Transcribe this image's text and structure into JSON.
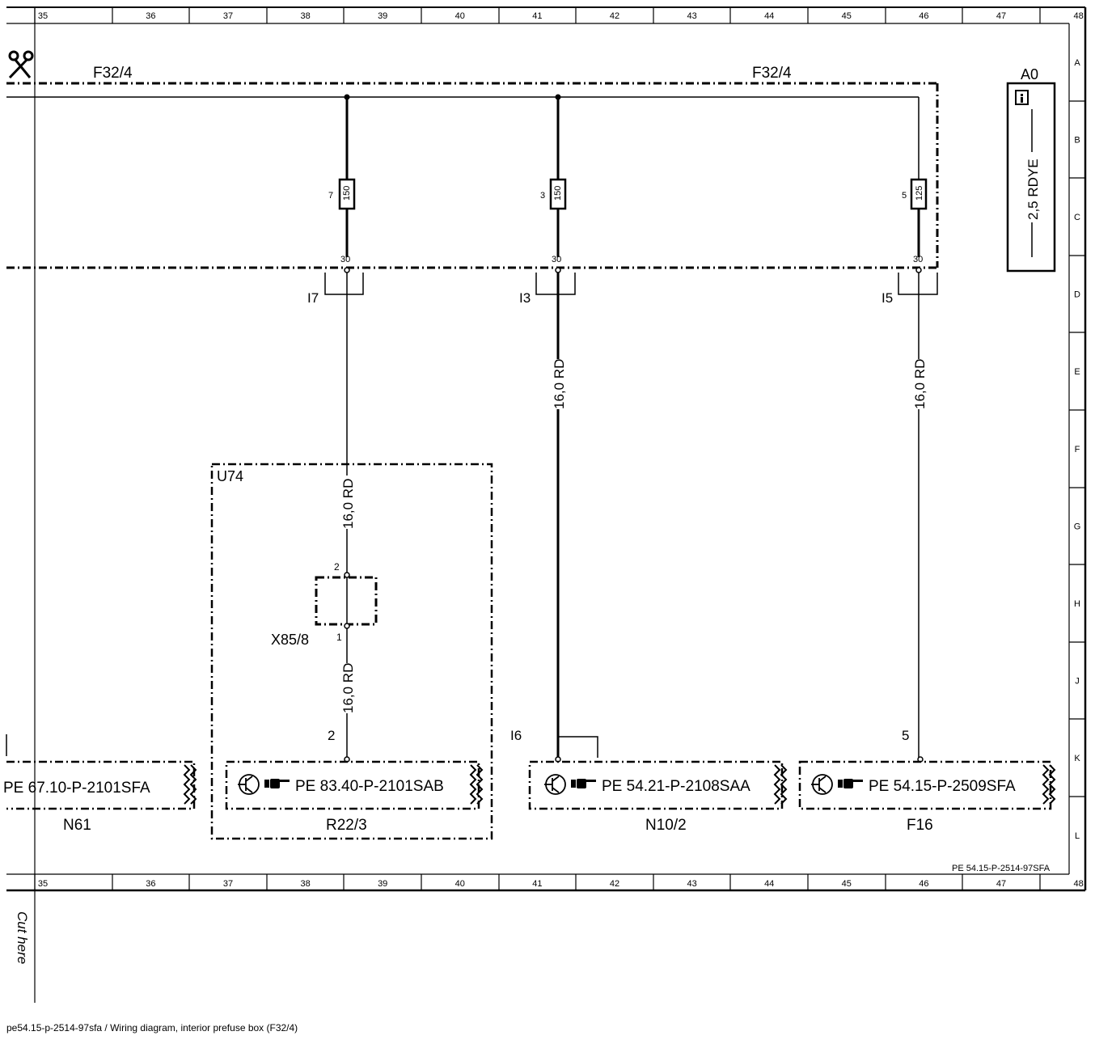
{
  "header_columns": [
    "35",
    "36",
    "37",
    "38",
    "39",
    "40",
    "41",
    "42",
    "43",
    "44",
    "45",
    "46",
    "47",
    "48"
  ],
  "row_labels": [
    "A",
    "B",
    "C",
    "D",
    "E",
    "F",
    "G",
    "H",
    "J",
    "K",
    "L"
  ],
  "fusebox_label_left": "F32/4",
  "fusebox_label_right": "F32/4",
  "fuses": [
    {
      "number": "7",
      "rating": "150",
      "terminal": "30",
      "connector": "I7"
    },
    {
      "number": "3",
      "rating": "150",
      "terminal": "30",
      "connector": "I3"
    },
    {
      "number": "5",
      "rating": "125",
      "terminal": "30",
      "connector": "I5"
    }
  ],
  "wire_labels": {
    "mid": "16,0 RD",
    "right": "16,0 RD",
    "u74_upper": "16,0 RD",
    "u74_lower": "16,0 RD"
  },
  "module_u74": "U74",
  "connector_x85": {
    "name": "X85/8",
    "pin_top": "2",
    "pin_bottom": "1"
  },
  "pin_r22": "2",
  "pin_i6": "I6",
  "pin_f16": "5",
  "boxes": [
    {
      "ref": "PE 67.10-P-2101SFA",
      "component": "N61"
    },
    {
      "ref": "PE 83.40-P-2101SAB",
      "component": "R22/3"
    },
    {
      "ref": "PE 54.21-P-2108SAA",
      "component": "N10/2"
    },
    {
      "ref": "PE 54.15-P-2509SFA",
      "component": "F16"
    }
  ],
  "legend_a0": {
    "title": "A0",
    "text": "2,5 RDYE"
  },
  "doc_ref": "PE 54.15-P-2514-97SFA",
  "cut_here": "Cut here",
  "caption": "pe54.15-p-2514-97sfa / Wiring diagram, interior prefuse box (F32/4)",
  "colors": {
    "ink": "#000000",
    "paper": "#ffffff"
  }
}
